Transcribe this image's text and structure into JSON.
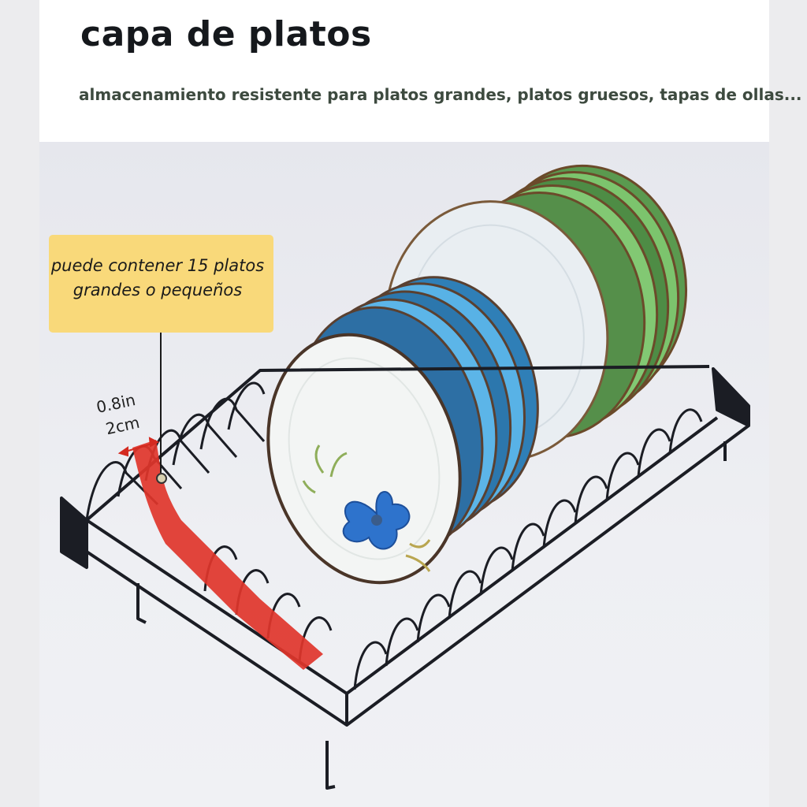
{
  "header": {
    "title": "capa de platos",
    "subtitle": "almacenamiento resistente para platos grandes, platos gruesos, tapas de ollas..."
  },
  "callout": {
    "line1": "puede contener 15 platos",
    "line2": "grandes o pequeños"
  },
  "dimension": {
    "imperial": "0.8in",
    "metric": "2cm"
  },
  "colors": {
    "rack": "#1b1d24",
    "highlight_strip": "#e0352b",
    "callout_bg": "#f9d97a",
    "blue_plates": "#4ba7de",
    "green_plates": "#6fbf63"
  }
}
